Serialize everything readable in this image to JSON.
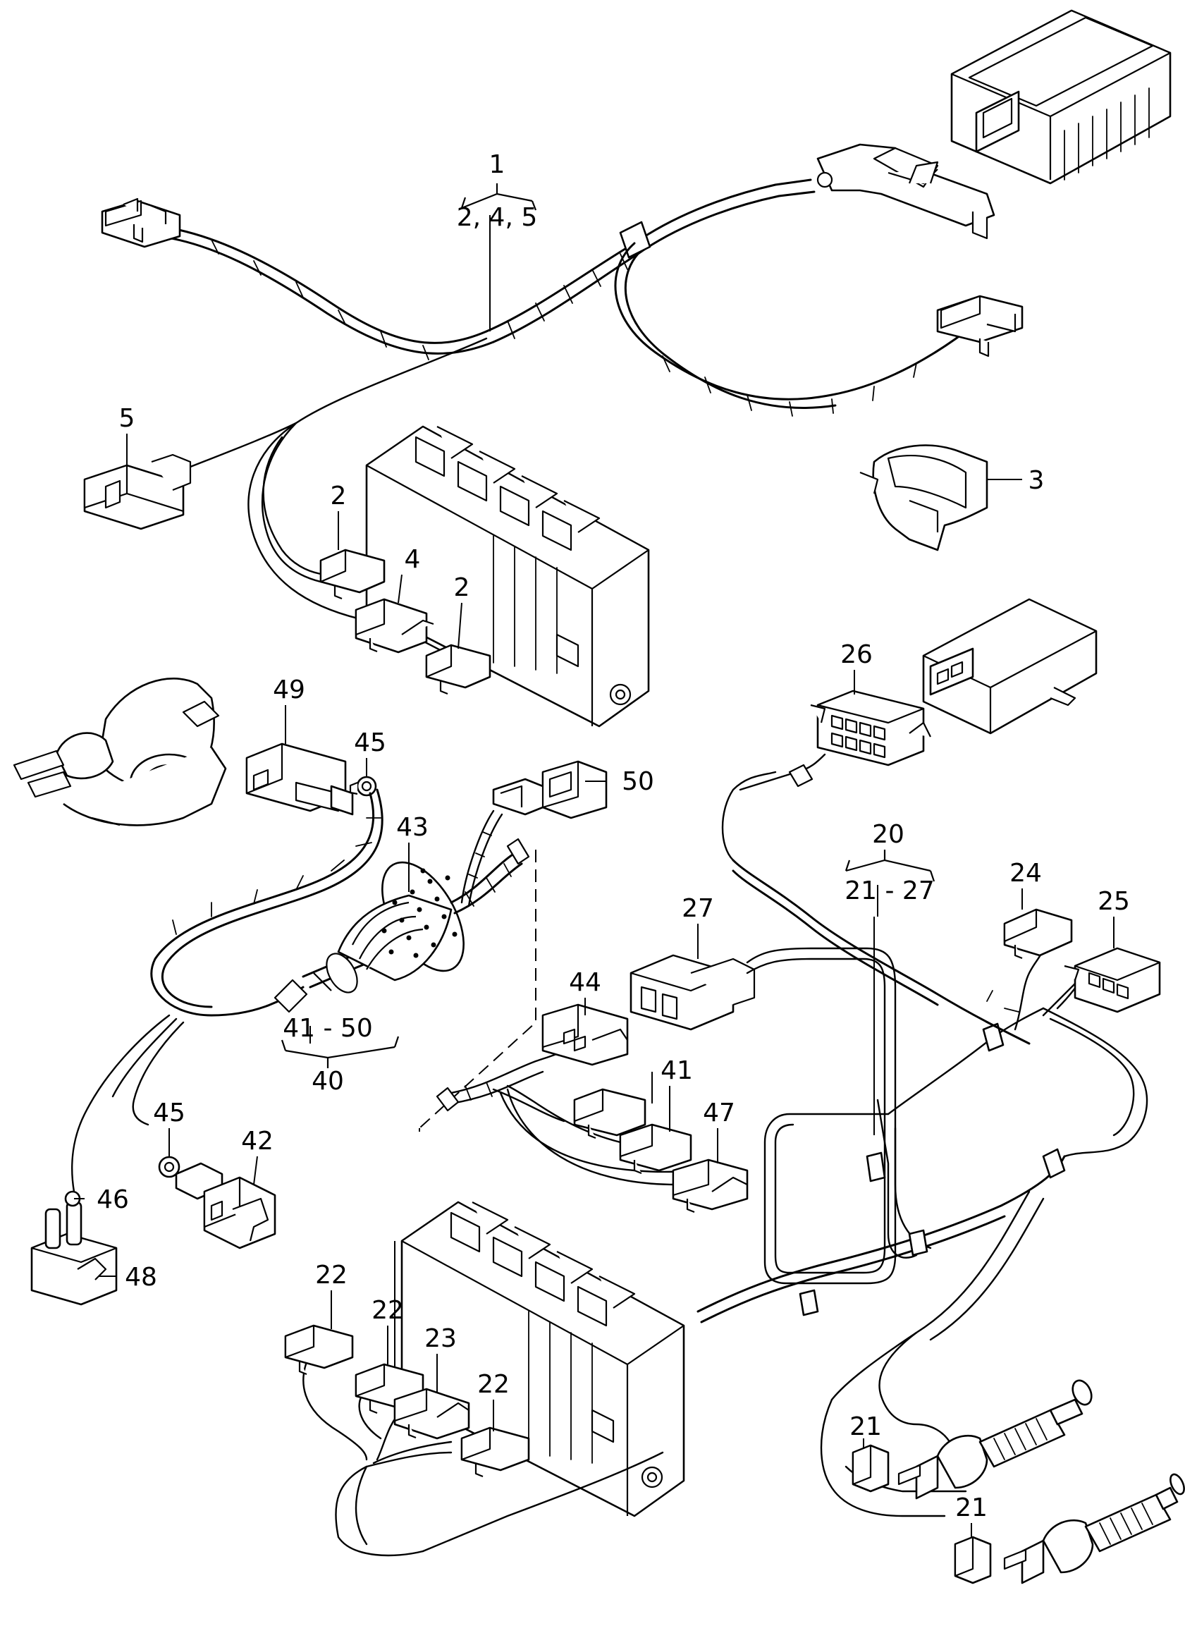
{
  "labels": {
    "c1": "1",
    "c1_sub": "2,  4,  5",
    "c2a": "2",
    "c2b": "2",
    "c3": "3",
    "c4": "4",
    "c5": "5",
    "c20": "20",
    "c20_sub": "21 - 27",
    "c21a": "21",
    "c21b": "21",
    "c22a": "22",
    "c22b": "22",
    "c22c": "22",
    "c23": "23",
    "c24": "24",
    "c25": "25",
    "c26": "26",
    "c27": "27",
    "c40": "40",
    "c40_sub": "41 - 50",
    "c41": "41",
    "c42": "42",
    "c43": "43",
    "c44": "44",
    "c45a": "45",
    "c45b": "45",
    "c46": "46",
    "c47": "47",
    "c48": "48",
    "c49": "49",
    "c50": "50"
  }
}
